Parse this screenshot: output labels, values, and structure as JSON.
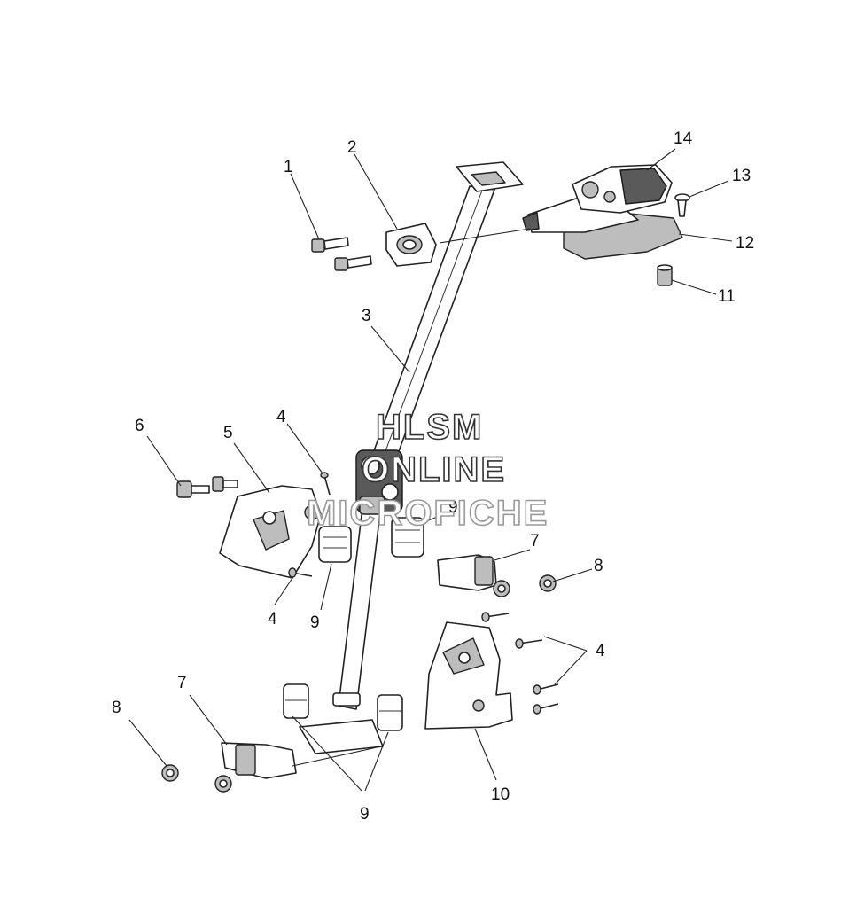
{
  "diagram": {
    "callouts": [
      "1",
      "2",
      "3",
      "4",
      "4",
      "4",
      "5",
      "6",
      "7",
      "7",
      "8",
      "8",
      "9",
      "9",
      "9",
      "10",
      "11",
      "12",
      "13",
      "14"
    ]
  },
  "watermark": {
    "line1": "HLSM",
    "line2": "ONLINE",
    "line3": "MICROFICHE"
  },
  "colors": {
    "line": "#222222",
    "shade": "#bdbdbd",
    "dark": "#5a5a5a",
    "background": "#ffffff"
  }
}
